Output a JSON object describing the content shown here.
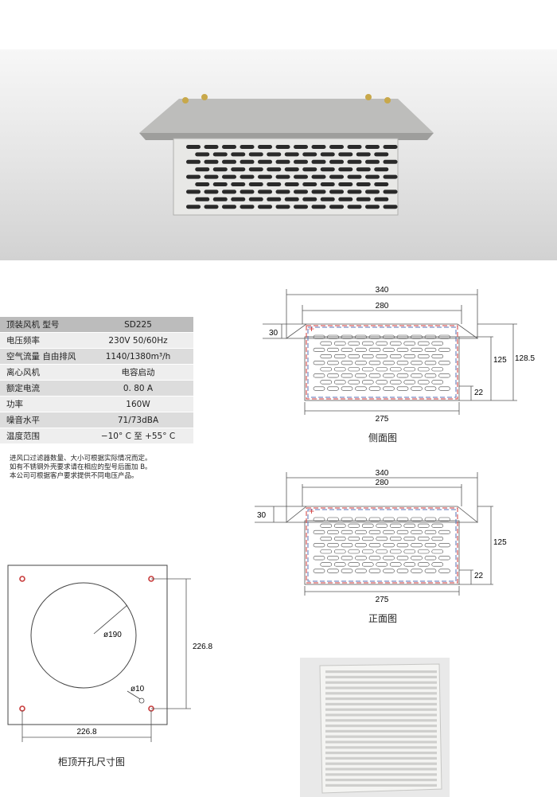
{
  "specs": [
    {
      "key": "顶装风机  型号",
      "value": "SD225"
    },
    {
      "key": "电压频率",
      "value": "230V 50/60Hz"
    },
    {
      "key": "空气流量 自由排风",
      "value": "1140/1380m³/h"
    },
    {
      "key": "离心风机",
      "value": "电容启动"
    },
    {
      "key": "额定电流",
      "value": "0. 80 A"
    },
    {
      "key": "功率",
      "value": "160W"
    },
    {
      "key": "噪音水平",
      "value": "71/73dBA"
    },
    {
      "key": "温度范围",
      "value": "−10° C 至 +55° C"
    }
  ],
  "notes": [
    "进风口过滤器数量、大小可根据实际情况而定。",
    "如有不锈钢外壳要求请在相应的型号后面加 B。",
    "本公司可根据客户要求提供不同电压产品。"
  ],
  "side_view": {
    "caption": "侧面图",
    "dim_overall": "340",
    "dim_top": "280",
    "dim_bottom": "275",
    "dim_lip": "30",
    "dim_body_h": "125",
    "dim_total_h": "128.5",
    "dim_base": "22"
  },
  "front_view": {
    "caption": "正面图",
    "dim_overall": "340",
    "dim_top": "280",
    "dim_bottom": "275",
    "dim_lip": "30",
    "dim_body_h": "125",
    "dim_base": "22"
  },
  "cutout": {
    "caption": "柜顶开孔尺寸图",
    "dim_circle": "ø190",
    "dim_hole": "ø10",
    "dim_height": "226.8",
    "dim_width": "226.8"
  },
  "colors": {
    "cover": "#d3d3d0",
    "body": "#e6e6e4",
    "slot": "#2a2a2a",
    "dash_red": "#d23b3b",
    "dash_blue": "#5a72b5",
    "hole": "#c83c3c"
  }
}
